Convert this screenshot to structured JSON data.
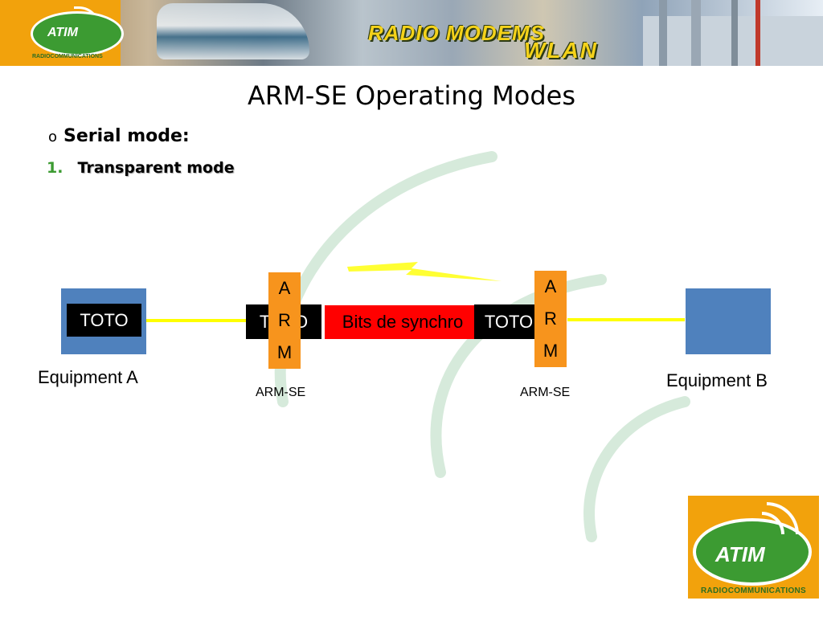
{
  "banner": {
    "logo_text": "ATIM",
    "logo_subtext": "RADIOCOMMUNICATIONS",
    "product_line1": "RADIO MODEMS",
    "product_line2": "WLAN"
  },
  "slide": {
    "title": "ARM-SE Operating Modes",
    "bullet_mark": "o",
    "bullet_text": "Serial mode:",
    "numbered_index": "1.",
    "numbered_text": "Transparent mode"
  },
  "diagram": {
    "equipment_a_label": "Equipment A",
    "equipment_b_label": "Equipment B",
    "equipment_a_payload": "TOTO",
    "left_packet_text": "TOTO",
    "sync_text": "Bits de synchro",
    "right_packet_text": "TOTO",
    "arm_letters": [
      "A",
      "R",
      "M"
    ],
    "left_modem_label": "ARM-SE",
    "right_modem_label": "ARM-SE"
  },
  "footer_logo": {
    "logo_text": "ATIM",
    "logo_subtext": "RADIOCOMMUNICATIONS"
  },
  "colors": {
    "equipment_fill": "#4f81bd",
    "modem_fill": "#f7941d",
    "sync_fill": "#ff0000",
    "link_line": "#ffff00",
    "arc": "#d6eadb",
    "brand_green": "#3c9b32",
    "brand_orange": "#f2a20c"
  }
}
